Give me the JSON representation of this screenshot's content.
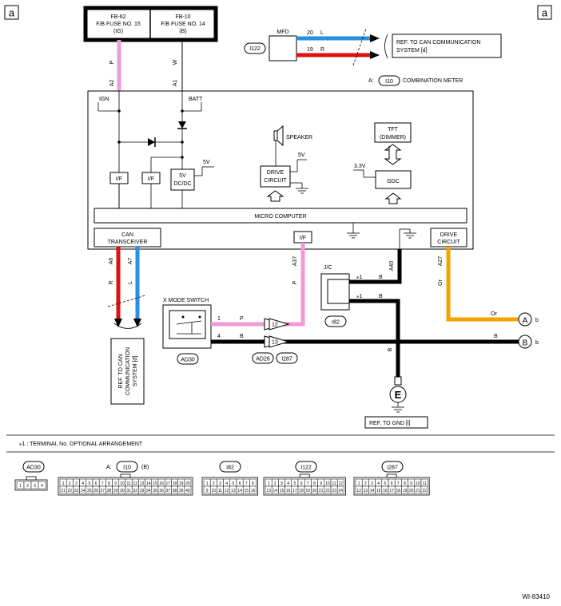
{
  "corner_tags": {
    "left": "a",
    "right": "a"
  },
  "fuses": [
    {
      "line1": "FB-62",
      "line2": "F/B FUSE NO. 15",
      "line3": "(IG)"
    },
    {
      "line1": "FB-10",
      "line2": "F/B FUSE NO. 14",
      "line3": "(B)"
    }
  ],
  "fuse_wires": [
    {
      "color_code": "P",
      "terminal": "A2"
    },
    {
      "color_code": "W",
      "terminal": "A1"
    }
  ],
  "mfd": {
    "label": "MFD",
    "connector": "I122",
    "pins": [
      {
        "num": "20",
        "color_code": "L"
      },
      {
        "num": "19",
        "color_code": "R"
      }
    ],
    "ref": {
      "line1": "REF. TO CAN COMMUNICATION",
      "line2": "SYSTEM [d]"
    }
  },
  "meter_note": {
    "prefix": "A:",
    "connector": "I10",
    "label": "COMBINATION METER"
  },
  "meter": {
    "ign": "IGN",
    "batt": "BATT",
    "if_left": "I/F",
    "if_mid": "I/F",
    "dcdc_line1": "5V",
    "dcdc_line2": "DC/DC",
    "v5_a": "5V",
    "speaker": "SPEAKER",
    "v5_b": "5V",
    "drive1_line1": "DRIVE",
    "drive1_line2": "CIRCUIT",
    "tft_line1": "TFT",
    "tft_line2": "(DIMMER)",
    "v33": "3.3V",
    "gdc": "GDC",
    "micro": "MICRO COMPUTER",
    "can_line1": "CAN",
    "can_line2": "TRANSCEIVER",
    "if_bottom": "I/F",
    "drive2_line1": "DRIVE",
    "drive2_line2": "CIRCUIT"
  },
  "meter_terminals": [
    {
      "terminal": "A6",
      "color_code": "R"
    },
    {
      "terminal": "A7",
      "color_code": "L"
    },
    {
      "terminal": "A37",
      "color_code": "P"
    },
    {
      "terminal": "A40",
      "color_code": "B"
    },
    {
      "terminal": "A27",
      "color_code": "Or"
    }
  ],
  "can_ref": {
    "line1": "REF. TO CAN",
    "line2": "COMMUNICATION",
    "line3": "SYSTEM [d]"
  },
  "xmode": {
    "label": "X MODE SWITCH",
    "connector": "AD30",
    "pins": [
      {
        "num": "1",
        "color_code": "P"
      },
      {
        "num": "4",
        "color_code": "B"
      }
    ]
  },
  "junction_connectors": {
    "a": "AD26",
    "b": "I287",
    "pin_12": "12",
    "pin_13": "13"
  },
  "jc": {
    "label": "J/C",
    "connector": "I82",
    "star1": "⁎1",
    "star2": "⁎1",
    "wire1": "B",
    "wire2": "B",
    "down_wire": "B"
  },
  "outputs": [
    {
      "color_code": "Or",
      "letter": "A",
      "suffix": "b"
    },
    {
      "color_code": "B",
      "letter": "B",
      "suffix": "b"
    }
  ],
  "ground": {
    "letter": "E",
    "ref": "REF. TO GND [l]"
  },
  "footnote": "⁎1  : TERMINAL No. OPTIONAL ARRANGEMENT",
  "connector_views": [
    {
      "name": "AD30",
      "prefix": "",
      "suffix": "",
      "rows": [
        [
          "1",
          "2",
          "3",
          "4"
        ]
      ]
    },
    {
      "name": "I10",
      "prefix": "A:",
      "suffix": "(B)",
      "rows": [
        [
          "1",
          "2",
          "3",
          "4",
          "5",
          "6",
          "7",
          "8",
          "9",
          "10",
          "11",
          "12",
          "13",
          "14",
          "15",
          "16",
          "17",
          "18",
          "19",
          "20"
        ],
        [
          "21",
          "22",
          "23",
          "24",
          "25",
          "26",
          "27",
          "28",
          "29",
          "30",
          "31",
          "32",
          "33",
          "34",
          "35",
          "36",
          "37",
          "38",
          "39",
          "40"
        ]
      ]
    },
    {
      "name": "I82",
      "prefix": "",
      "suffix": "",
      "rows": [
        [
          "1",
          "2",
          "3",
          "4",
          "5",
          "6",
          "7",
          "8"
        ],
        [
          "9",
          "10",
          "11",
          "12",
          "13",
          "14",
          "15",
          "16"
        ]
      ]
    },
    {
      "name": "I122",
      "prefix": "",
      "suffix": "",
      "rows": [
        [
          "1",
          "2",
          "3",
          "4",
          "5",
          "6",
          "7",
          "8",
          "9",
          "10",
          "11",
          "12"
        ],
        [
          "13",
          "14",
          "15",
          "16",
          "17",
          "18",
          "19",
          "20",
          "21",
          "22",
          "23",
          "24"
        ]
      ]
    },
    {
      "name": "I287",
      "prefix": "",
      "suffix": "",
      "rows": [
        [
          "1",
          "2",
          "3",
          "4",
          "5",
          "6",
          "7",
          "8",
          "9",
          "10",
          "11"
        ],
        [
          "12",
          "13",
          "14",
          "15",
          "16",
          "17",
          "18",
          "19",
          "20",
          "21",
          "22"
        ]
      ]
    }
  ],
  "figure_id": "WI-83410",
  "wire_colors": {
    "pink": "#f29ad6",
    "blue": "#2b8fe0",
    "red": "#e01010",
    "orange": "#f5a300",
    "black": "#000000"
  }
}
